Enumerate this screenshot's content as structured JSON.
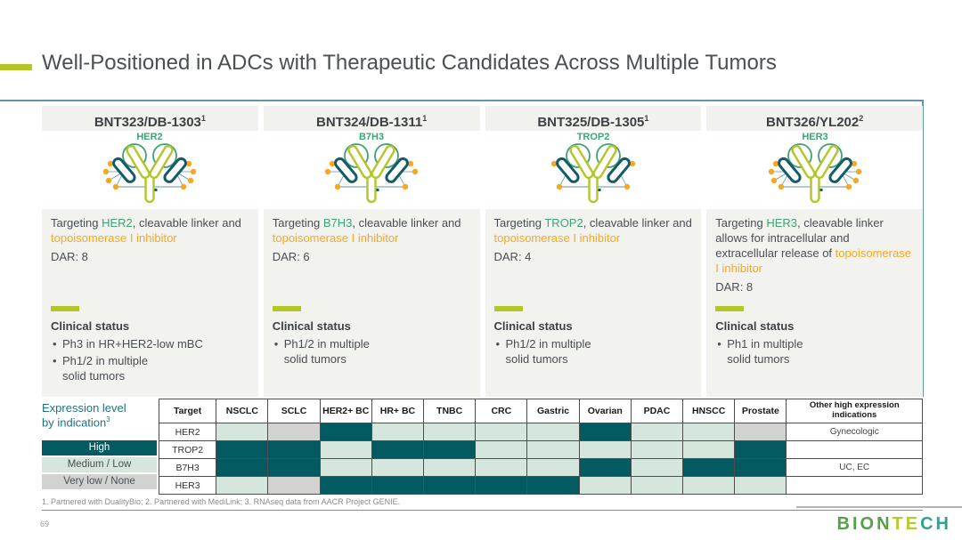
{
  "slide": {
    "title": "Well-Positioned in ADCs with Therapeutic Candidates Across Multiple Tumors",
    "page_number": "69",
    "footnote": "1. Partnered with DualityBio; 2. Partnered with MediLink; 3. RNAseq data from AACR Project GENIE."
  },
  "colors": {
    "high": "#045a61",
    "medium": "#d5e7dc",
    "none": "#d2d2d1",
    "lime": "#b3c625",
    "orange": "#f7a822",
    "green": "#3ea576",
    "rule": "#6096a6",
    "tealhead": "#20717f"
  },
  "columns": [
    {
      "name": "BNT323/DB-1303",
      "sup": "1",
      "target": "HER2",
      "desc_before": "Targeting ",
      "desc_mid": ", cleavable linker and ",
      "payload": "topoisomerase I inhibitor",
      "dar": "DAR: 8",
      "clinical_heading": "Clinical status",
      "bullets": [
        "Ph3 in HR+HER2-low mBC",
        "Ph1/2 in multiple\nsolid tumors"
      ],
      "dots_per_side": 4
    },
    {
      "name": "BNT324/DB-1311",
      "sup": "1",
      "target": "B7H3",
      "desc_before": "Targeting ",
      "desc_mid": ", cleavable linker and ",
      "payload": "topoisomerase I inhibitor",
      "dar": "DAR: 6",
      "clinical_heading": "Clinical status",
      "bullets": [
        "Ph1/2 in multiple\nsolid tumors"
      ],
      "dots_per_side": 3
    },
    {
      "name": "BNT325/DB-1305",
      "sup": "1",
      "target": "TROP2",
      "desc_before": "Targeting ",
      "desc_mid": ", cleavable linker and ",
      "payload": "topoisomerase I inhibitor",
      "dar": "DAR: 4",
      "clinical_heading": "Clinical status",
      "bullets": [
        "Ph1/2 in multiple\nsolid tumors"
      ],
      "dots_per_side": 2
    },
    {
      "name": "BNT326/YL202",
      "sup": "2",
      "target": "HER3",
      "desc_before": "Targeting ",
      "desc_mid": ", cleavable linker allows for intracellular and extracellular release of ",
      "payload": "topoisomerase I inhibitor",
      "dar": "DAR: 8",
      "clinical_heading": "Clinical status",
      "bullets": [
        "Ph1 in multiple\nsolid tumors"
      ],
      "dots_per_side": 4
    }
  ],
  "expression": {
    "legend_title_line1": "Expression level",
    "legend_title_line2": "by indication",
    "legend_title_sup": "3",
    "legend": [
      {
        "label": "High",
        "key": "high"
      },
      {
        "label": "Medium / Low",
        "key": "medium"
      },
      {
        "label": "Very low / None",
        "key": "none"
      }
    ],
    "table": {
      "header": [
        "Target",
        "NSCLC",
        "SCLC",
        "HER2+ BC",
        "HR+ BC",
        "TNBC",
        "CRC",
        "Gastric",
        "Ovarian",
        "PDAC",
        "HNSCC",
        "Prostate",
        "Other high expression indications"
      ],
      "rows": [
        {
          "target": "HER2",
          "levels": [
            "medium",
            "none",
            "high",
            "medium",
            "medium",
            "medium",
            "medium",
            "high",
            "medium",
            "medium",
            "none"
          ],
          "other": "Gynecologic"
        },
        {
          "target": "TROP2",
          "levels": [
            "high",
            "high",
            "medium",
            "high",
            "high",
            "medium",
            "medium",
            "medium",
            "medium",
            "medium",
            "high"
          ],
          "other": ""
        },
        {
          "target": "B7H3",
          "levels": [
            "high",
            "high",
            "medium",
            "medium",
            "medium",
            "medium",
            "medium",
            "high",
            "medium",
            "high",
            "high"
          ],
          "other": "UC, EC"
        },
        {
          "target": "HER3",
          "levels": [
            "medium",
            "none",
            "high",
            "high",
            "high",
            "high",
            "high",
            "medium",
            "medium",
            "medium",
            "medium"
          ],
          "other": ""
        }
      ]
    }
  },
  "logo": {
    "segments": [
      {
        "text": "BION",
        "color": "#56a04a"
      },
      {
        "text": "TE",
        "color": "#b8cb2b"
      },
      {
        "text": "CH",
        "color": "#38a18c"
      }
    ]
  }
}
